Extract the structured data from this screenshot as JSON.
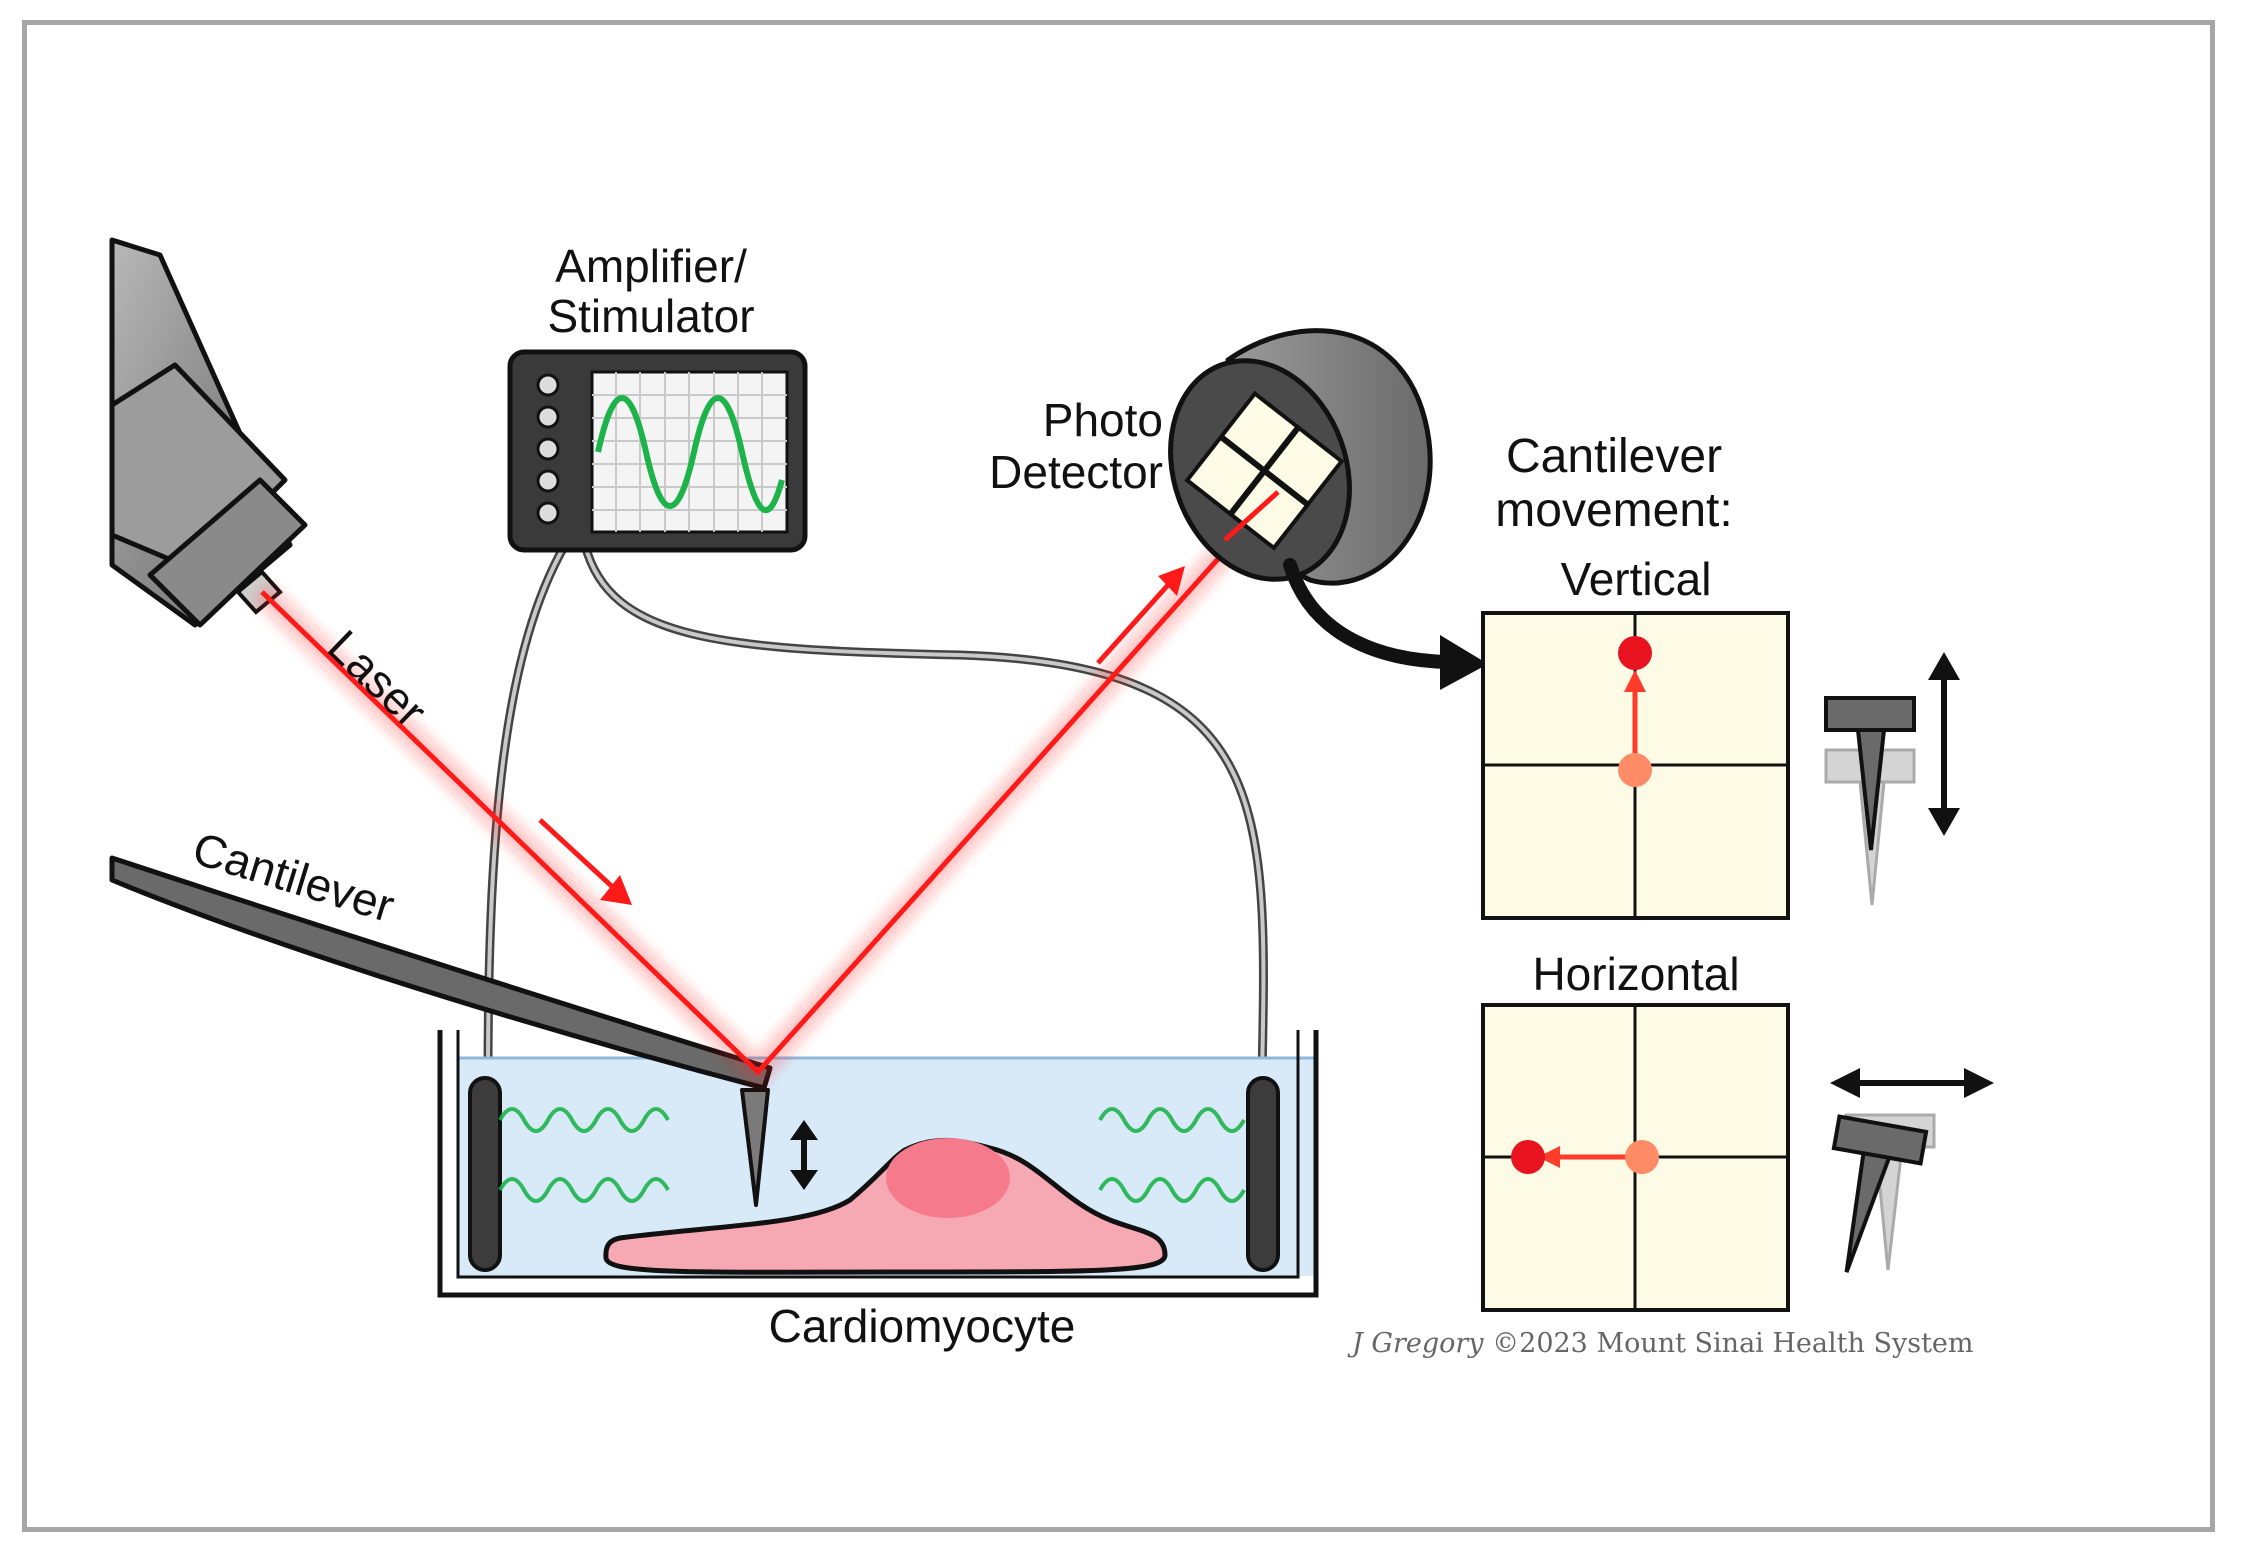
{
  "labels": {
    "amplifier_line1": "Amplifier/",
    "amplifier_line2": "Stimulator",
    "photo_line1": "Photo",
    "photo_line2": "Detector",
    "laser": "Laser",
    "cantilever": "Cantilever",
    "cardiomyocyte": "Cardiomyocyte",
    "movement_line1": "Cantilever",
    "movement_line2": "movement:",
    "vertical": "Vertical",
    "horizontal": "Horizontal"
  },
  "credit": {
    "author": "J Gregory",
    "rest": " ©2023 Mount Sinai Health System"
  },
  "colors": {
    "laser": "#ff1a1a",
    "signal_wave": "#1db34a",
    "dish_fluid": "#d8eaf8",
    "cell": "#f7a9b3",
    "nucleus": "#f47a8c",
    "detector_cell": "#fdfbe6",
    "spot_final": "#e8131f",
    "spot_initial": "#ff8c66"
  },
  "icons": [
    "microscope-objective-icon",
    "amplifier-icon",
    "photodetector-icon",
    "cantilever-tip-icon",
    "electrode-icon",
    "cell-icon"
  ]
}
